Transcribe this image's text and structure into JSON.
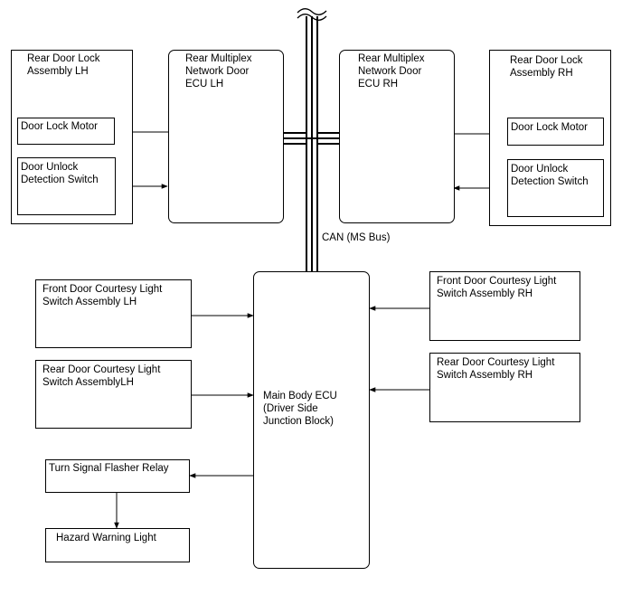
{
  "blocks": {
    "rear_lock_lh": "Rear Door Lock\nAssembly LH",
    "lock_motor_lh": "Door Lock Motor",
    "unlock_switch_lh": "Door Unlock\nDetection Switch",
    "ecu_lh": "Rear Multiplex\nNetwork Door\nECU LH",
    "ecu_rh": "Rear Multiplex\nNetwork Door\nECU RH",
    "rear_lock_rh": "Rear Door Lock\nAssembly RH",
    "lock_motor_rh": "Door Lock Motor",
    "unlock_switch_rh": "Door Unlock\nDetection Switch",
    "front_courtesy_lh": "Front Door Courtesy Light\nSwitch Assembly LH",
    "rear_courtesy_lh": "Rear Door Courtesy Light\nSwitch AssemblyLH",
    "main_ecu": "Main Body ECU\n(Driver Side\nJunction Block)",
    "front_courtesy_rh": "Front Door Courtesy Light\nSwitch Assembly RH",
    "rear_courtesy_rh": "Rear Door Courtesy Light\nSwitch Assembly RH",
    "flasher_relay": "Turn Signal Flasher Relay",
    "hazard_light": "Hazard Warning Light"
  },
  "bus_label": "CAN (MS Bus)"
}
